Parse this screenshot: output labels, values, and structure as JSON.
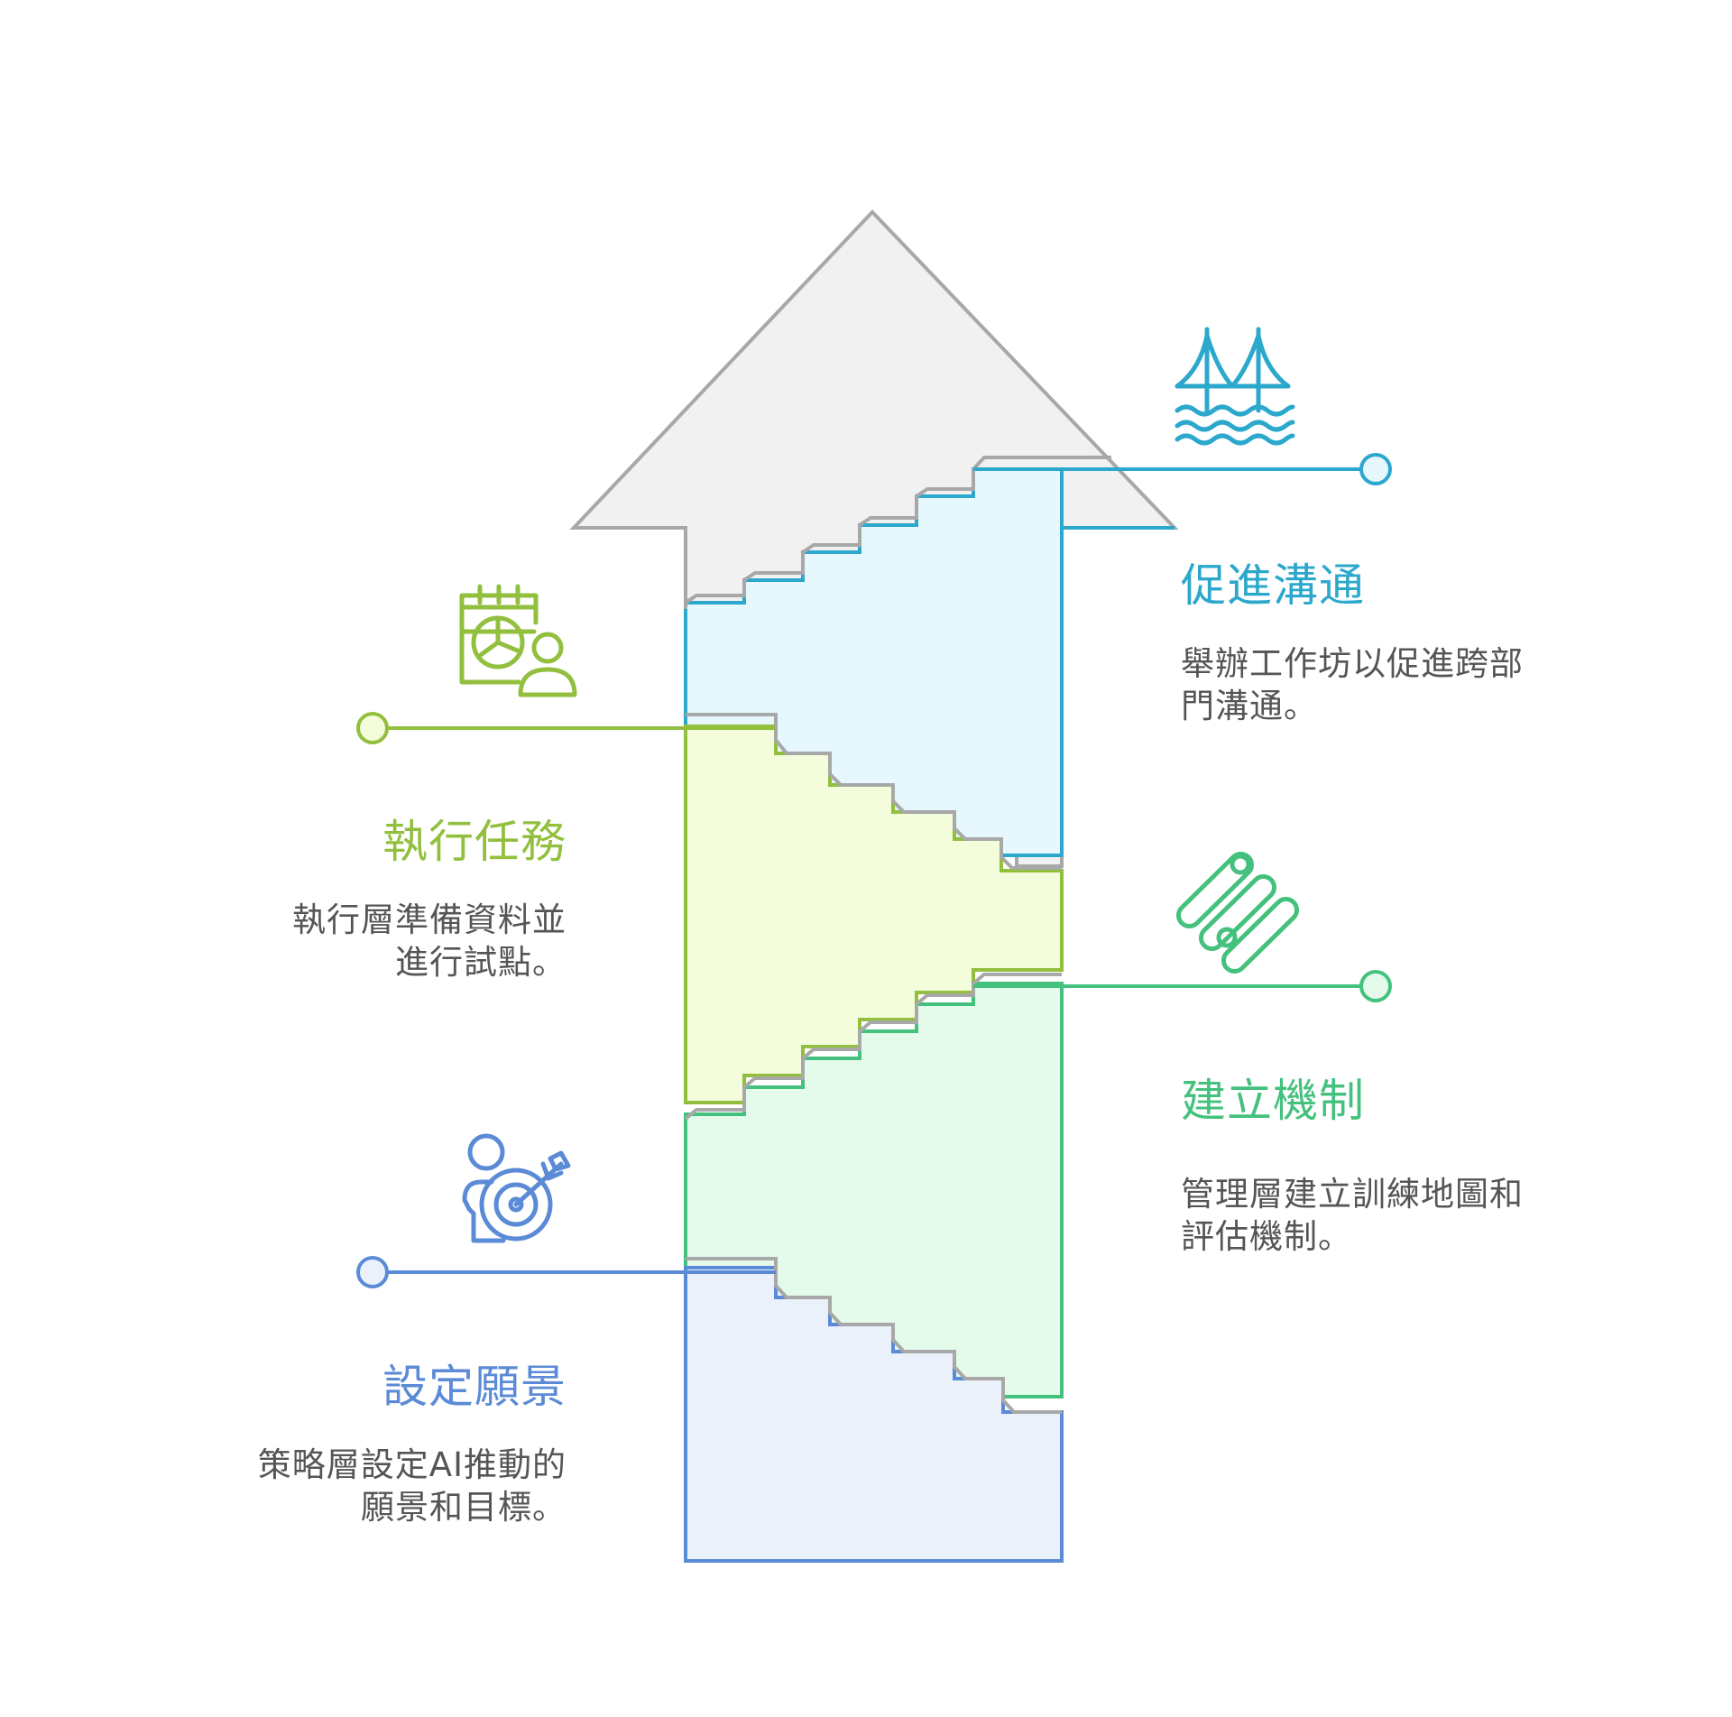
{
  "colors": {
    "blue": "#5B8BD6",
    "blue_fill": "#EBF1FB",
    "green": "#45C17E",
    "green_fill": "#E4FBEC",
    "lime": "#92BF3E",
    "lime_fill": "#F3FDDC",
    "cyan": "#2BA8CC",
    "cyan_fill": "#E6F8FD",
    "gray": "#A8A8A8",
    "gray_fill": "#F1F1F1",
    "text": "#555555"
  },
  "steps": [
    {
      "id": "vision",
      "color": "blue",
      "title": "設定願景",
      "desc": [
        "策略層設定AI推動的",
        "願景和目標。"
      ],
      "icon": "person-target-icon"
    },
    {
      "id": "mechanism",
      "color": "green",
      "title": "建立機制",
      "desc": [
        "管理層建立訓練地圖和",
        "評估機制。"
      ],
      "icon": "linked-rods-icon"
    },
    {
      "id": "execute",
      "color": "lime",
      "title": "執行任務",
      "desc": [
        "執行層準備資料並",
        "進行試點。"
      ],
      "icon": "calendar-chart-person-icon"
    },
    {
      "id": "communicate",
      "color": "cyan",
      "title": "促進溝通",
      "desc": [
        "舉辦工作坊以促進跨部",
        "門溝通。"
      ],
      "icon": "bridge-icon"
    }
  ]
}
